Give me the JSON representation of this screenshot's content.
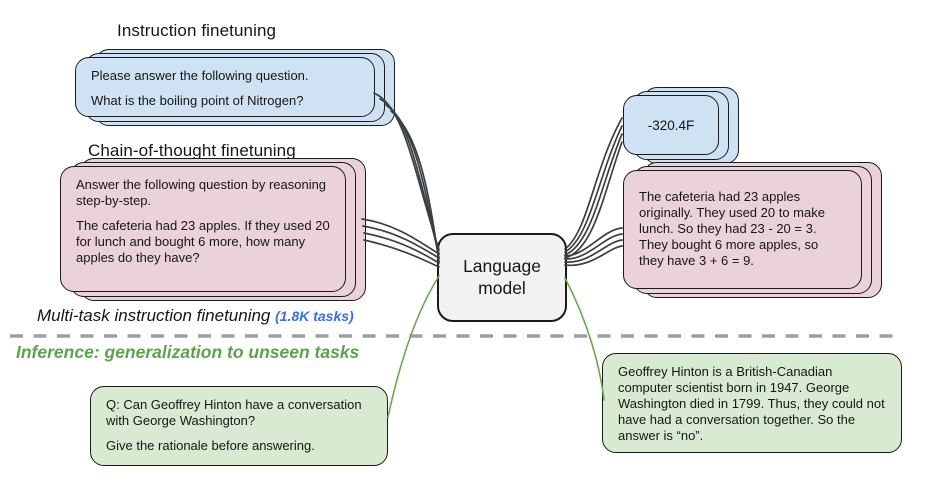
{
  "palette": {
    "blue_fill": "#cfe2f3",
    "pink_fill": "#ead1dc",
    "green_fill": "#d9ead3",
    "gray_fill": "#f2f2f2",
    "line_gray": "#3a3f44",
    "line_green": "#6aa84f",
    "dash_gray": "#9aa0a6",
    "blue_text": "#3b6ee0",
    "green_text": "#5da24c"
  },
  "labels": {
    "instruction_title": "Instruction finetuning",
    "cot_title": "Chain-of-thought finetuning",
    "multitask_prefix": "Multi-task instruction finetuning ",
    "multitask_tasks": "(1.8K tasks)",
    "inference": "Inference: generalization to unseen tasks"
  },
  "model_box": {
    "line1": "Language",
    "line2": "model"
  },
  "cards": {
    "instruction_prompt": {
      "p1": "Please answer the following question.",
      "p2": "What is the boiling point of Nitrogen?"
    },
    "cot_prompt": {
      "p1": "Answer the following question by reasoning step-by-step.",
      "p2": "The cafeteria had 23 apples. If they used 20 for lunch and bought 6 more, how many apples do they have?"
    },
    "instruction_output": {
      "text": "-320.4F"
    },
    "cot_output": {
      "text": "The cafeteria had 23 apples originally. They used 20 to make lunch. So they had 23 - 20 = 3. They bought 6 more apples, so they have 3 + 6 = 9."
    },
    "inference_prompt": {
      "p1": "Q: Can Geoffrey Hinton have a conversation with George Washington?",
      "p2": "Give the rationale before answering."
    },
    "inference_output": {
      "text": "Geoffrey Hinton is a British-Canadian computer scientist born in 1947. George Washington died in 1799. Thus, they could not have had a conversation together. So the answer is “no”."
    }
  }
}
